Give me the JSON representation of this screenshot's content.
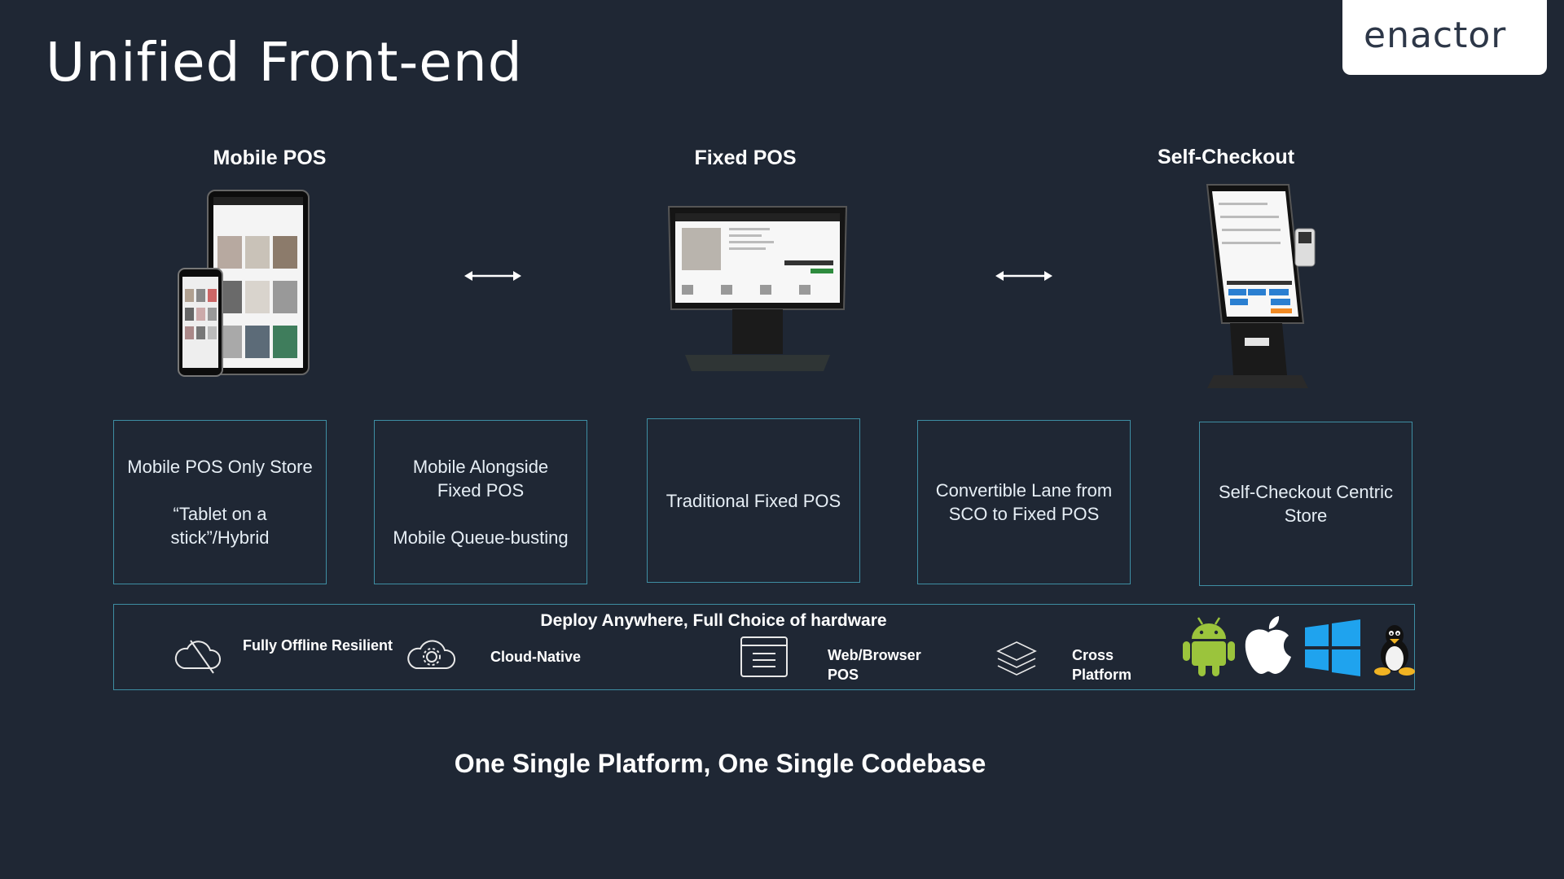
{
  "header": {
    "title": "Unified Front-end",
    "logo_text": "enactor"
  },
  "categories": [
    {
      "heading": "Mobile POS"
    },
    {
      "heading": "Fixed POS"
    },
    {
      "heading": "Self-Checkout"
    }
  ],
  "boxes": [
    {
      "line1": "Mobile POS Only Store",
      "line2": "“Tablet on a stick”/Hybrid"
    },
    {
      "line1": "Mobile Alongside Fixed POS",
      "line2": "Mobile Queue-busting"
    },
    {
      "line1": "Traditional Fixed POS"
    },
    {
      "line1": "Convertible Lane from SCO to Fixed POS"
    },
    {
      "line1": "Self-Checkout Centric Store"
    }
  ],
  "deploy": {
    "title": "Deploy Anywhere, Full Choice of hardware",
    "features": [
      {
        "label": "Fully Offline Resilient",
        "icon": "cloud-off-icon"
      },
      {
        "label": "Cloud-Native",
        "icon": "cloud-gear-icon"
      },
      {
        "label": "Web/Browser POS",
        "icon": "browser-window-icon"
      },
      {
        "label": "Cross Platform",
        "icon": "layers-icon"
      }
    ],
    "platforms": [
      "android-icon",
      "apple-icon",
      "windows-icon",
      "linux-icon"
    ]
  },
  "tagline": "One Single Platform, One Single Codebase",
  "colors": {
    "background": "#1f2734",
    "box_border": "#3e8ea3",
    "accent": "#3ec4d6"
  }
}
